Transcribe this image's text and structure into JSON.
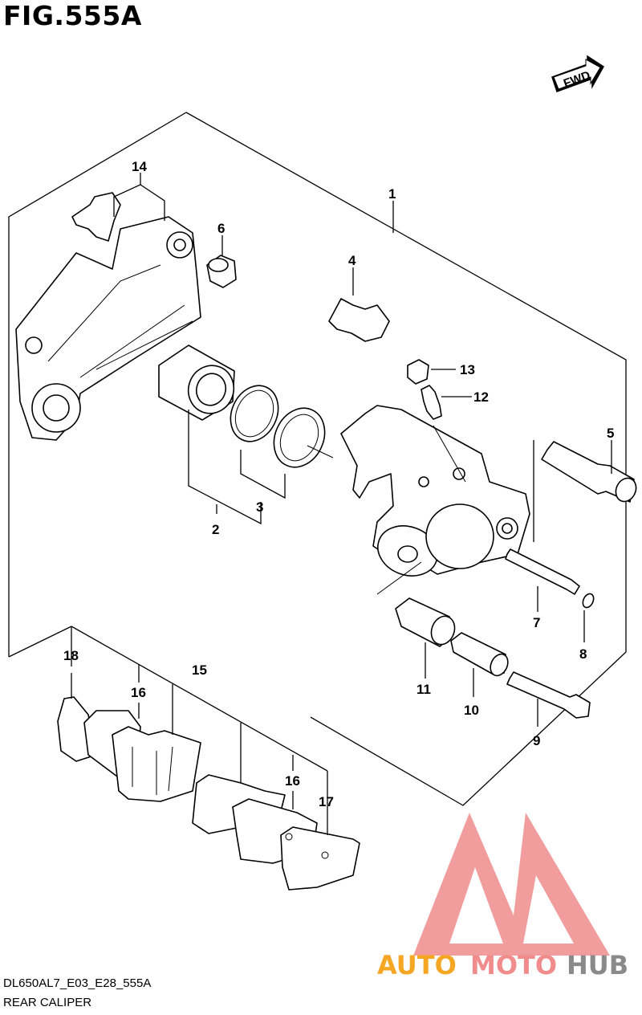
{
  "figure": {
    "title": "FIG.555A",
    "fwd_label": "FWD",
    "model_code": "DL650AL7_E03_E28_555A",
    "name": "REAR CALIPER"
  },
  "callouts": [
    "1",
    "2",
    "3",
    "4",
    "5",
    "6",
    "7",
    "8",
    "9",
    "10",
    "11",
    "12",
    "13",
    "14",
    "15",
    "16",
    "16",
    "17",
    "18"
  ],
  "watermark": {
    "brand_part1": "AUTO",
    "brand_part2": "MOTO",
    "brand_part3": "HUB",
    "color_orange": "#f5a623",
    "color_pink": "#f08c8c",
    "color_gray": "#8a8a8a"
  },
  "colors": {
    "line": "#000000",
    "background": "#ffffff"
  },
  "icons": [
    "fwd-arrow-icon",
    "automotohub-logo-icon"
  ]
}
